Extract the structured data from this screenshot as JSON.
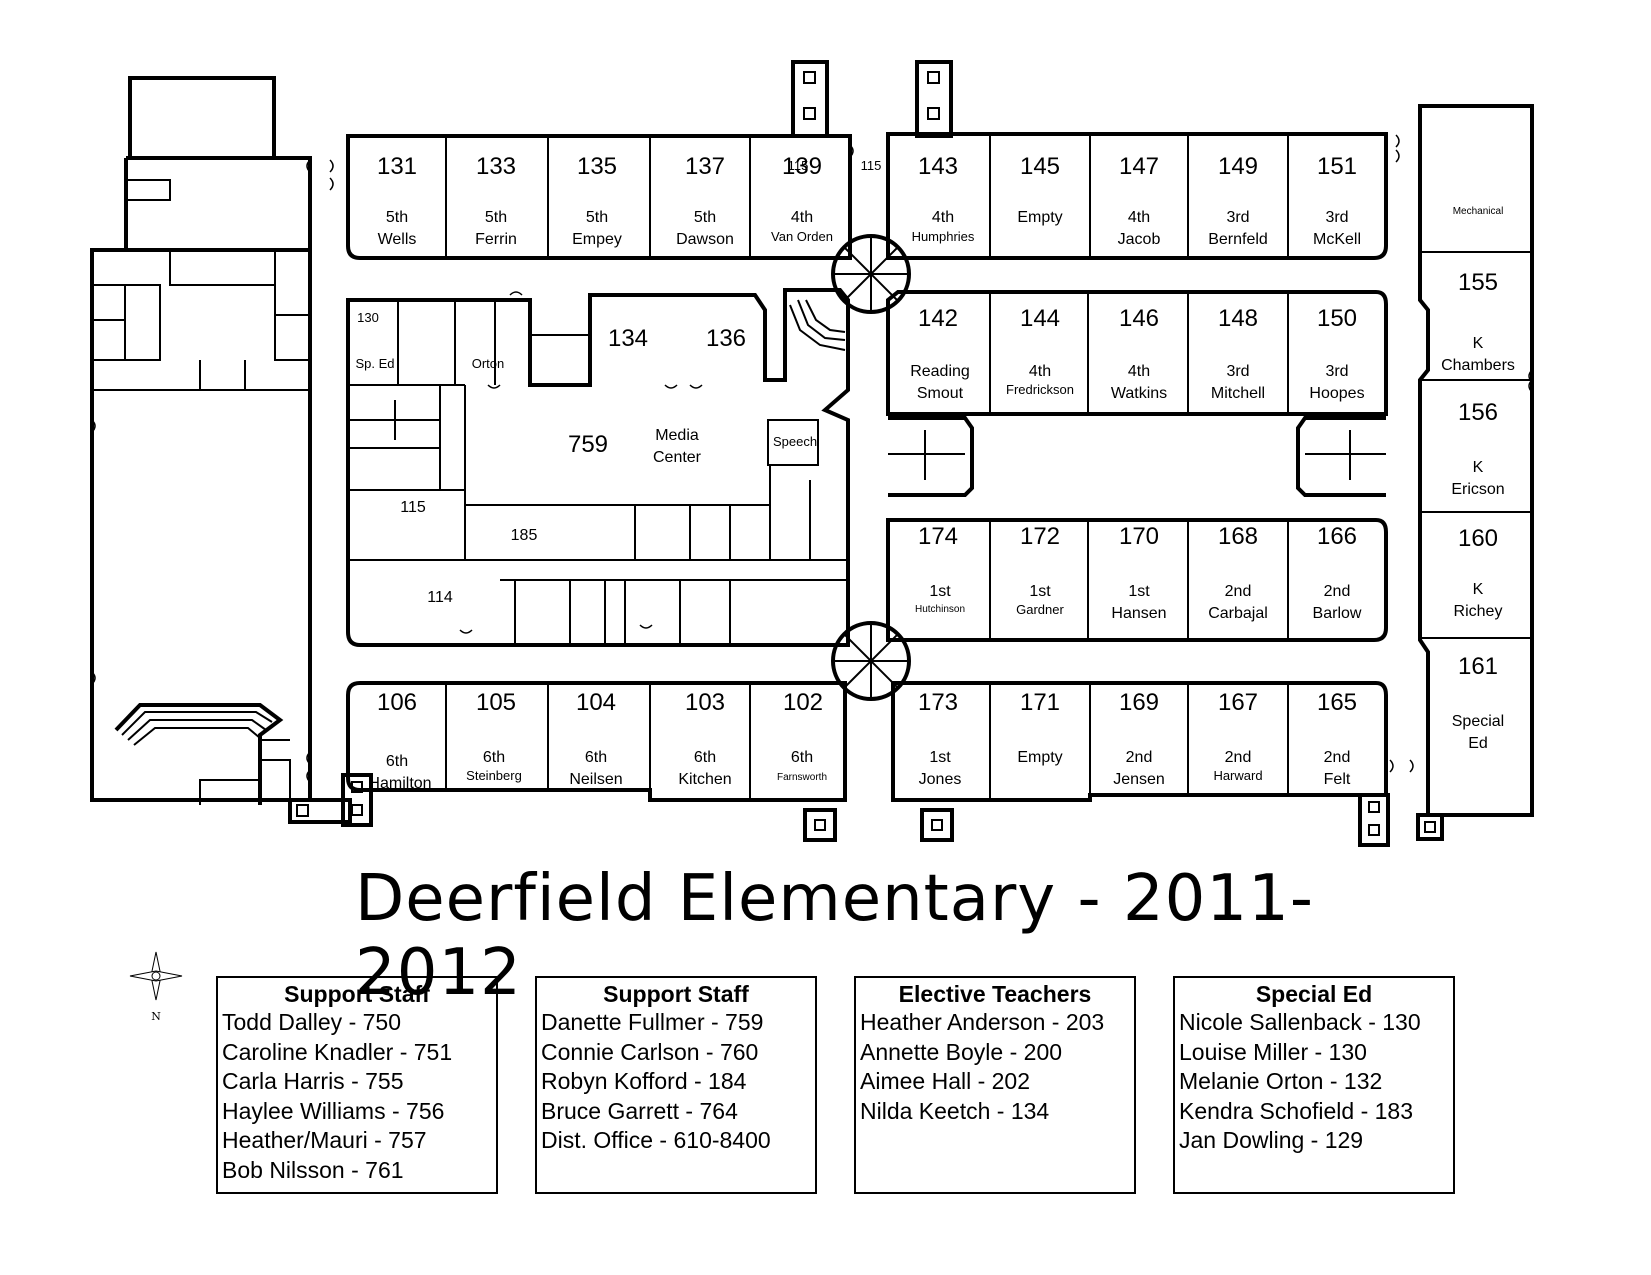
{
  "title": "Deerfield Elementary - 2011-2012",
  "compass_label": "N",
  "rooms": {
    "r131": {
      "num": "131",
      "grade": "5th",
      "teacher": "Wells"
    },
    "r133": {
      "num": "133",
      "grade": "5th",
      "teacher": "Ferrin"
    },
    "r135": {
      "num": "135",
      "grade": "5th",
      "teacher": "Empey"
    },
    "r137": {
      "num": "137",
      "grade": "5th",
      "teacher": "Dawson"
    },
    "r139": {
      "num": "139",
      "overlay": "115",
      "grade": "4th",
      "teacher": "Van Orden"
    },
    "r115top": {
      "num": "115"
    },
    "r143": {
      "num": "143",
      "grade": "4th",
      "teacher": "Humphries"
    },
    "r145": {
      "num": "145",
      "grade": "Empty"
    },
    "r147": {
      "num": "147",
      "grade": "4th",
      "teacher": "Jacob"
    },
    "r149": {
      "num": "149",
      "grade": "3rd",
      "teacher": "Bernfeld"
    },
    "r151": {
      "num": "151",
      "grade": "3rd",
      "teacher": "McKell"
    },
    "mechanical": {
      "label": "Mechanical"
    },
    "r155": {
      "num": "155",
      "grade": "K",
      "teacher": "Chambers"
    },
    "r156": {
      "num": "156",
      "grade": "K",
      "teacher": "Ericson"
    },
    "r160": {
      "num": "160",
      "grade": "K",
      "teacher": "Richey"
    },
    "r161": {
      "num": "161",
      "grade": "Special",
      "teacher": "Ed"
    },
    "r142": {
      "num": "142",
      "grade": "Reading",
      "teacher": "Smout"
    },
    "r144": {
      "num": "144",
      "grade": "4th",
      "teacher": "Fredrickson"
    },
    "r146": {
      "num": "146",
      "grade": "4th",
      "teacher": "Watkins"
    },
    "r148": {
      "num": "148",
      "grade": "3rd",
      "teacher": "Mitchell"
    },
    "r150": {
      "num": "150",
      "grade": "3rd",
      "teacher": "Hoopes"
    },
    "r174": {
      "num": "174",
      "grade": "1st",
      "teacher": "Hutchinson"
    },
    "r172": {
      "num": "172",
      "grade": "1st",
      "teacher": "Gardner"
    },
    "r170": {
      "num": "170",
      "grade": "1st",
      "teacher": "Hansen"
    },
    "r168": {
      "num": "168",
      "grade": "2nd",
      "teacher": "Carbajal"
    },
    "r166": {
      "num": "166",
      "grade": "2nd",
      "teacher": "Barlow"
    },
    "r173": {
      "num": "173",
      "grade": "1st",
      "teacher": "Jones"
    },
    "r171": {
      "num": "171",
      "grade": "Empty"
    },
    "r169": {
      "num": "169",
      "grade": "2nd",
      "teacher": "Jensen"
    },
    "r167": {
      "num": "167",
      "grade": "2nd",
      "teacher": "Harward"
    },
    "r165": {
      "num": "165",
      "grade": "2nd",
      "teacher": "Felt"
    },
    "r106": {
      "num": "106",
      "grade": "6th",
      "teacher": "Hamilton"
    },
    "r105": {
      "num": "105",
      "grade": "6th",
      "teacher": "Steinberg"
    },
    "r104": {
      "num": "104",
      "grade": "6th",
      "teacher": "Neilsen"
    },
    "r103": {
      "num": "103",
      "grade": "6th",
      "teacher": "Kitchen"
    },
    "r102": {
      "num": "102",
      "grade": "6th",
      "teacher": "Farnsworth"
    },
    "r130": {
      "num": "130",
      "label": "Sp. Ed"
    },
    "orton": {
      "label": "Orton"
    },
    "r134": {
      "num": "134"
    },
    "r136": {
      "num": "136"
    },
    "r759": {
      "num": "759",
      "label1": "Media",
      "label2": "Center"
    },
    "speech": {
      "label": "Speech"
    },
    "r115": {
      "num": "115"
    },
    "r185": {
      "num": "185"
    },
    "r114": {
      "num": "114"
    }
  },
  "staff_boxes": [
    {
      "heading": "Support Staff",
      "lines": [
        "Todd Dalley - 750",
        "Caroline Knadler - 751",
        "Carla Harris - 755",
        "Haylee Williams - 756",
        "Heather/Mauri - 757",
        "Bob Nilsson - 761"
      ]
    },
    {
      "heading": "Support Staff",
      "lines": [
        "Danette Fullmer - 759",
        "Connie Carlson - 760",
        "Robyn Kofford - 184",
        "Bruce Garrett - 764",
        "Dist. Office - 610-8400"
      ]
    },
    {
      "heading": "Elective Teachers",
      "lines": [
        "Heather Anderson - 203",
        "Annette Boyle - 200",
        "Aimee Hall - 202",
        "Nilda Keetch - 134"
      ]
    },
    {
      "heading": "Special Ed",
      "lines": [
        "Nicole Sallenback - 130",
        "Louise Miller - 130",
        "Melanie Orton - 132",
        "Kendra Schofield - 183",
        "Jan Dowling - 129"
      ]
    }
  ]
}
